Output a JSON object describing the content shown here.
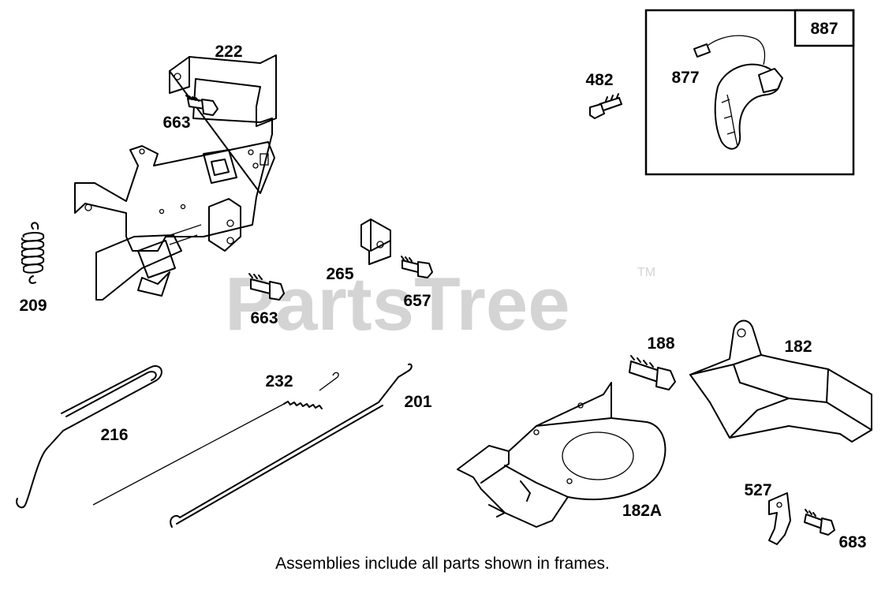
{
  "watermark": {
    "text": "PartsTree",
    "trademark": "TM"
  },
  "caption": "Assemblies include all parts shown in frames.",
  "frame": {
    "label": "887"
  },
  "parts": {
    "p222": "222",
    "p663a": "663",
    "p209": "209",
    "p265": "265",
    "p657": "657",
    "p663b": "663",
    "p482": "482",
    "p877": "877",
    "p216": "216",
    "p232": "232",
    "p201": "201",
    "p188": "188",
    "p182": "182",
    "p182A": "182A",
    "p527": "527",
    "p683": "683"
  }
}
